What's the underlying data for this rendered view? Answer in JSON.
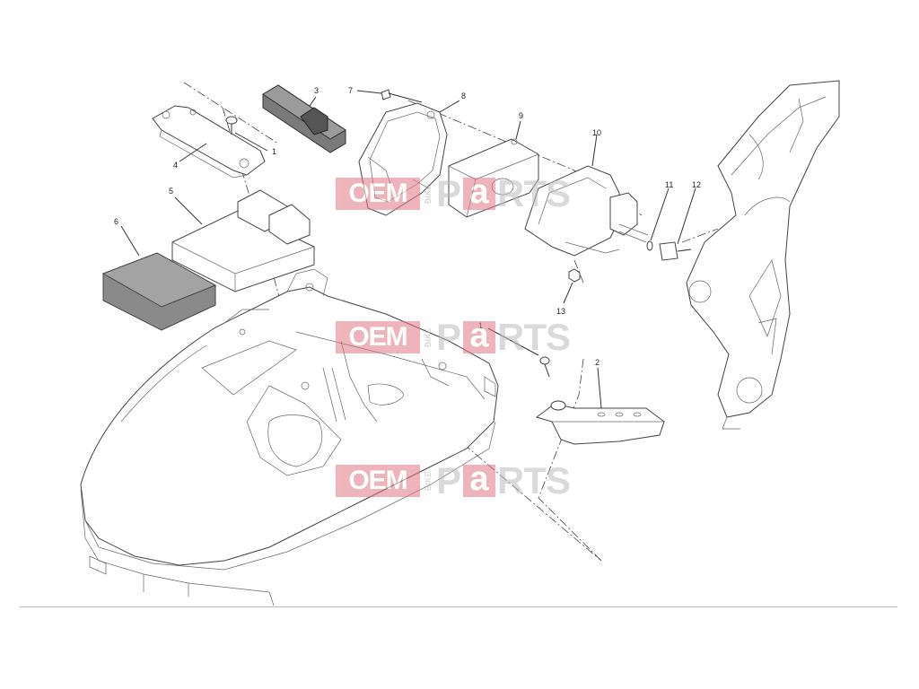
{
  "diagram": {
    "callouts": [
      {
        "id": "c1a",
        "text": "1"
      },
      {
        "id": "c1b",
        "text": "1"
      },
      {
        "id": "c2",
        "text": "2"
      },
      {
        "id": "c3",
        "text": "3"
      },
      {
        "id": "c4",
        "text": "4"
      },
      {
        "id": "c5",
        "text": "5"
      },
      {
        "id": "c6",
        "text": "6"
      },
      {
        "id": "c7",
        "text": "7"
      },
      {
        "id": "c8",
        "text": "8"
      },
      {
        "id": "c9",
        "text": "9"
      },
      {
        "id": "c10",
        "text": "10"
      },
      {
        "id": "c11",
        "text": "11"
      },
      {
        "id": "c12",
        "text": "12"
      },
      {
        "id": "c13",
        "text": "13"
      }
    ]
  },
  "watermark": {
    "oem": "OEM",
    "bike": "BIKE",
    "p": "P",
    "a": "a",
    "rts": "RTS",
    "accent_color": "#e07a84",
    "gray_color": "#bdbdbd"
  }
}
